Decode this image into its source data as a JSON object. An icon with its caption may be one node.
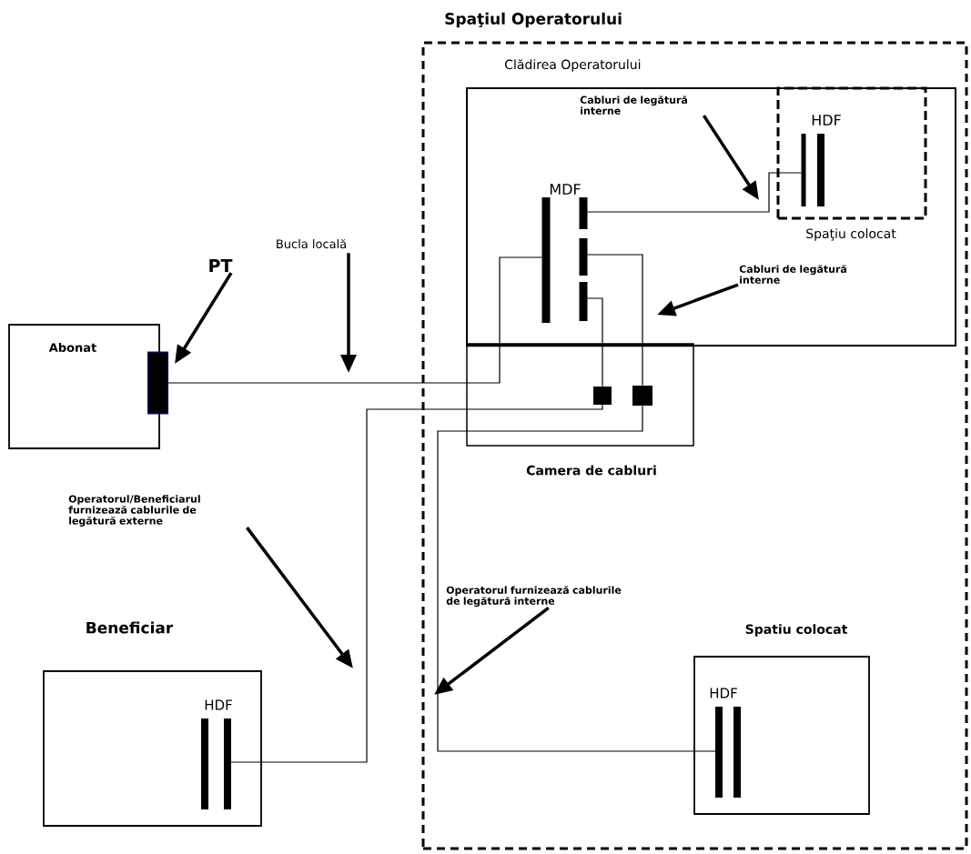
{
  "diagram": {
    "nodes": [
      {
        "text": [
          "Spaţiul Operatorului"
        ]
      },
      {
        "text": [
          "Clădirea Operatorului"
        ],
        "in": 0
      },
      {
        "text": [
          "HDF",
          "Spaţiu colocat"
        ],
        "in": 1
      },
      {
        "text": [
          "MDF"
        ],
        "in": 1
      },
      {
        "text": [
          "Camera de cabluri"
        ],
        "in": 0
      },
      {
        "text": [],
        "shape": "box",
        "in": 4
      },
      {
        "text": [],
        "shape": "box",
        "in": 4
      },
      {
        "text": [
          "Abonat"
        ]
      },
      {
        "text": [],
        "shape": "bar"
      },
      {
        "text": [
          "Beneficiar",
          "HDF"
        ]
      },
      {
        "text": [
          "Spatiu colocat",
          "HDF"
        ],
        "in": 0
      },
      {
        "text": [
          "PT"
        ]
      },
      {
        "text": [
          "Bucla locală"
        ]
      },
      {
        "text": [
          "Cabluri de legătură interne"
        ],
        "in": 1
      },
      {
        "text": [
          "Cabluri de legătură interne"
        ],
        "in": 1
      },
      {
        "text": [
          "Operatorul/Beneficiarul furnizează cablurile de legătură externe"
        ]
      },
      {
        "text": [
          "Operatorul furnizează cablurile de legătură interne"
        ],
        "in": 0
      }
    ],
    "edges": [
      {
        "from": 8,
        "to": 3,
        "arrow": "none"
      },
      {
        "from": 3,
        "to": 2,
        "arrow": "none"
      },
      {
        "from": 3,
        "to": 6,
        "arrow": "none"
      },
      {
        "from": 3,
        "to": 5,
        "arrow": "none"
      },
      {
        "from": 5,
        "to": 9,
        "arrow": "none"
      },
      {
        "from": 6,
        "to": 10,
        "arrow": "none"
      },
      {
        "from": 11,
        "to": 8,
        "arrow": "to",
        "style": "thick"
      },
      {
        "from": 12,
        "to": null,
        "arrow": "to",
        "style": "thick"
      },
      {
        "from": 13,
        "to": null,
        "arrow": "to",
        "style": "thick"
      },
      {
        "from": 14,
        "to": null,
        "arrow": "to",
        "style": "thick"
      },
      {
        "from": 15,
        "to": null,
        "arrow": "to",
        "style": "thick"
      },
      {
        "from": 16,
        "to": null,
        "arrow": "to",
        "style": "thick"
      }
    ]
  }
}
